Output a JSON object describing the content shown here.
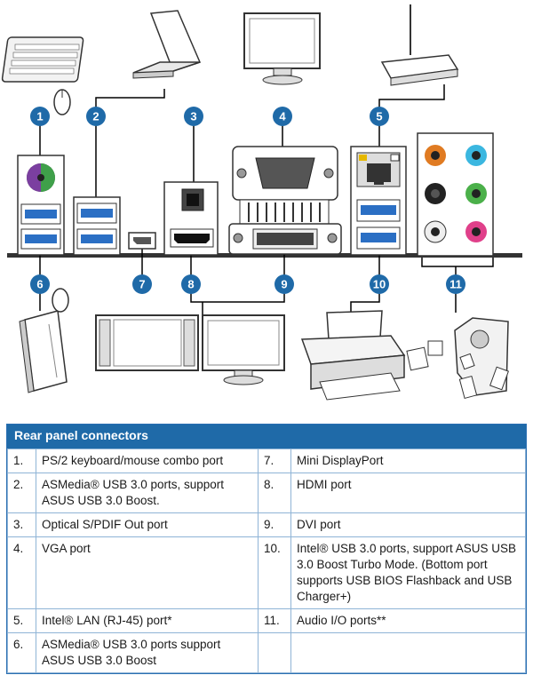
{
  "callouts": [
    "1",
    "2",
    "3",
    "4",
    "5",
    "6",
    "7",
    "8",
    "9",
    "10",
    "11"
  ],
  "table": {
    "title": "Rear panel connectors",
    "rows": [
      [
        {
          "n": "1.",
          "t": "PS/2 keyboard/mouse combo port"
        },
        {
          "n": "7.",
          "t": "Mini DisplayPort"
        }
      ],
      [
        {
          "n": "2.",
          "t": "ASMedia® USB 3.0 ports, support ASUS USB 3.0 Boost."
        },
        {
          "n": "8.",
          "t": "HDMI port"
        }
      ],
      [
        {
          "n": "3.",
          "t": "Optical S/PDIF Out port"
        },
        {
          "n": "9.",
          "t": "DVI port"
        }
      ],
      [
        {
          "n": "4.",
          "t": "VGA port"
        },
        {
          "n": "10.",
          "t": "Intel® USB 3.0 ports, support ASUS USB 3.0 Boost Turbo Mode. (Bottom port supports USB BIOS Flashback and USB Charger+)"
        }
      ],
      [
        {
          "n": "5.",
          "t": "Intel® LAN (RJ-45) port*"
        },
        {
          "n": "11.",
          "t": "Audio I/O ports**"
        }
      ],
      [
        {
          "n": "6.",
          "t": "ASMedia® USB 3.0 ports support ASUS USB 3.0 Boost"
        },
        {
          "n": "",
          "t": ""
        }
      ]
    ]
  },
  "colors": {
    "callout": "#1f6aa8",
    "usb_blue": "#2b6fc4",
    "ps2_purple": "#7b3fa0",
    "ps2_green": "#3fa04a",
    "audio_orange": "#e07b22",
    "audio_cyan": "#3bb7e0",
    "audio_green": "#4bb04a",
    "audio_pink": "#e0408a",
    "table_header": "#1f6aa8"
  },
  "icons": [
    "keyboard-icon",
    "mouse-icon",
    "laptop-icon",
    "monitor-icon",
    "router-icon",
    "external-drive-icon",
    "tv-monitor-icon",
    "printer-icon",
    "speakers-icon"
  ]
}
